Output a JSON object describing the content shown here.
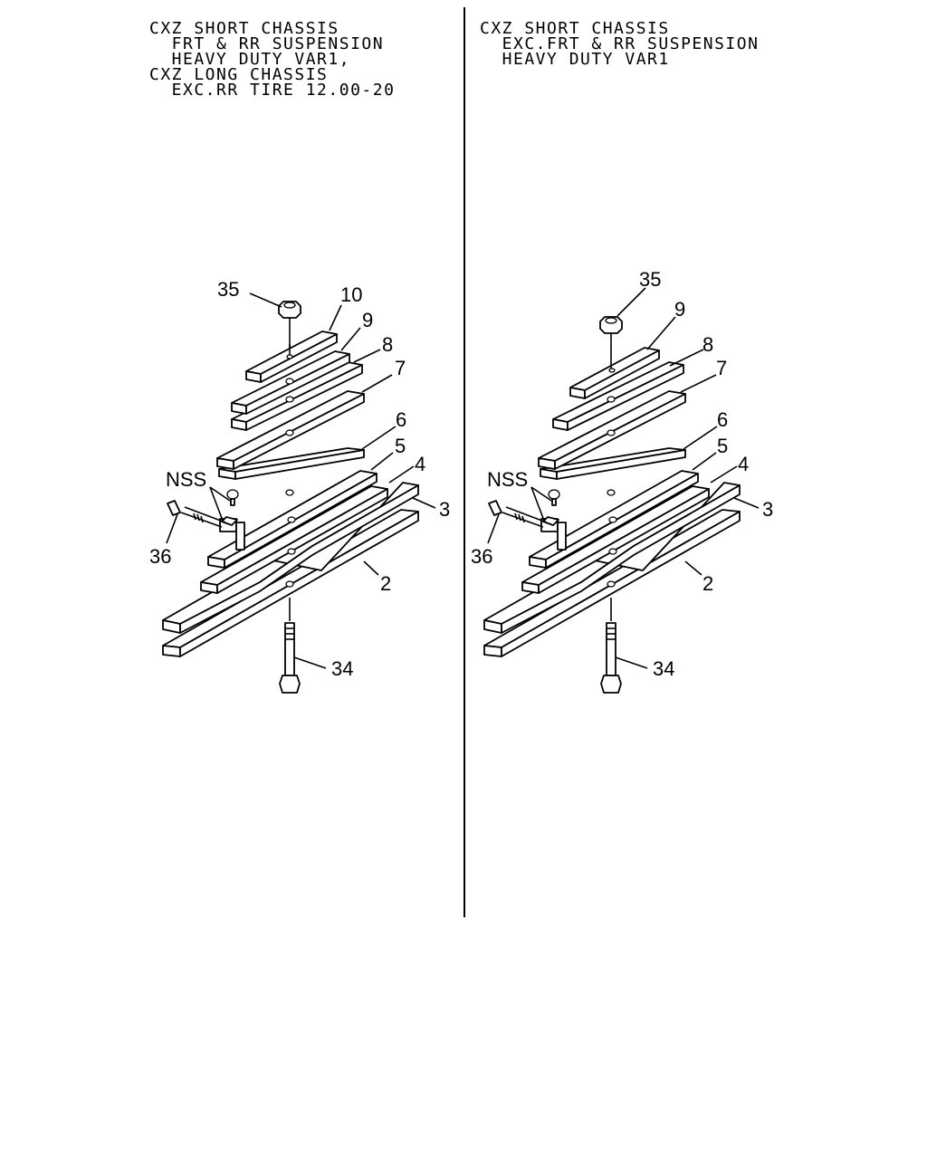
{
  "left_panel": {
    "header": [
      "CXZ SHORT CHASSIS",
      "  FRT & RR SUSPENSION",
      "  HEAVY DUTY VAR1,",
      "CXZ LONG CHASSIS",
      "  EXC.RR TIRE 12.00-20"
    ],
    "labels": {
      "p35": "35",
      "p10": "10",
      "p9": "9",
      "p8": "8",
      "p7": "7",
      "p6": "6",
      "p5": "5",
      "p4": "4",
      "p3": "3",
      "p2": "2",
      "p34": "34",
      "p36": "36",
      "nss": "NSS"
    }
  },
  "right_panel": {
    "header": [
      "CXZ SHORT CHASSIS",
      "  EXC.FRT & RR SUSPENSION",
      "  HEAVY DUTY VAR1"
    ],
    "labels": {
      "p35": "35",
      "p9": "9",
      "p8": "8",
      "p7": "7",
      "p6": "6",
      "p5": "5",
      "p4": "4",
      "p3": "3",
      "p2": "2",
      "p34": "34",
      "p36": "36",
      "nss": "NSS"
    }
  }
}
